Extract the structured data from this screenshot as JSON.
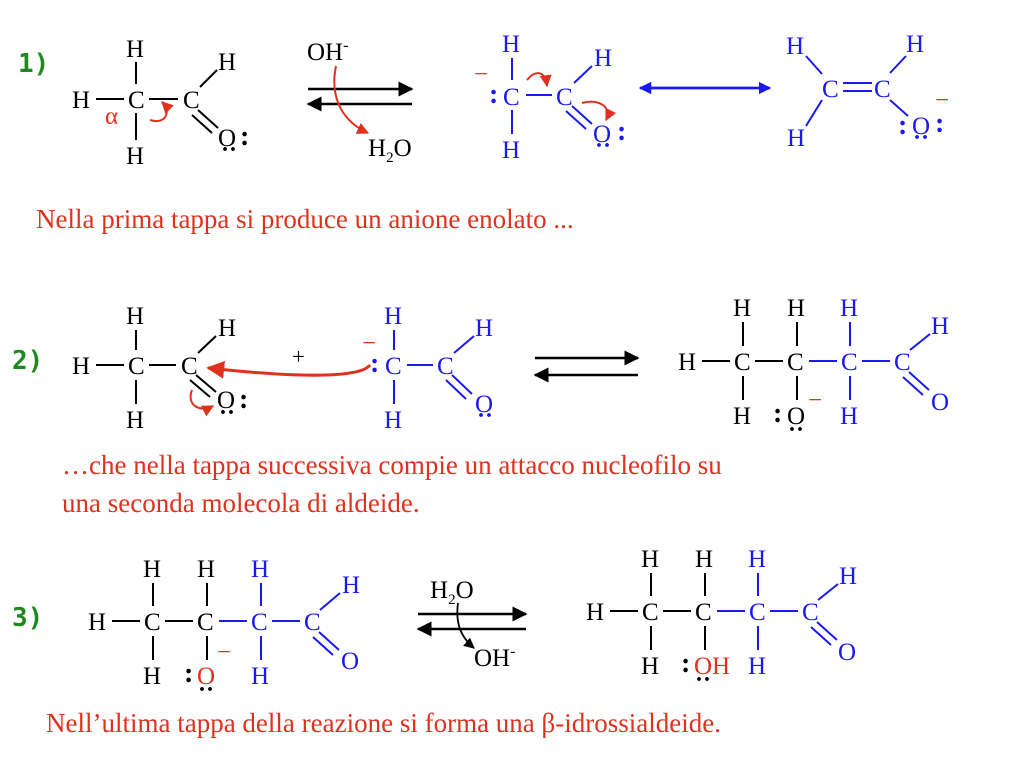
{
  "colors": {
    "black": "#000000",
    "blue": "#1a1af0",
    "red": "#e0301e",
    "green": "#1e8a1e"
  },
  "labels": {
    "atoms": {
      "H": "H",
      "C": "C",
      "O": "O",
      "OH": "OH",
      "alpha": "α"
    },
    "charges": {
      "minus": "−",
      "plus": "+"
    },
    "lone_pair_dots": ":",
    "reagents": {
      "hydroxide": "OH",
      "hydroxide_charge": "-",
      "water_H": "H",
      "water_sub": "2",
      "water_O": "O"
    }
  },
  "steps": [
    {
      "number": "1)",
      "caption": "Nella prima tappa si produce un anione enolato ..."
    },
    {
      "number": "2)",
      "caption_line1": "…che nella tappa successiva compie un attacco nucleofilo su",
      "caption_line2": "una seconda molecola di aldeide."
    },
    {
      "number": "3)",
      "caption": "Nell’ultima tappa della reazione si forma una β-idrossialdeide."
    }
  ]
}
